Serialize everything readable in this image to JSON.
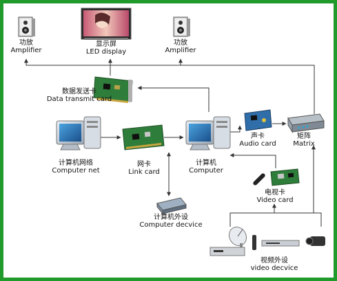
{
  "nodes": {
    "amplifier_left": {
      "cn": "功放",
      "en": "Amplifier"
    },
    "led_display": {
      "cn": "显示屏",
      "en": "LED display"
    },
    "amplifier_right": {
      "cn": "功放",
      "en": "Amplifier"
    },
    "data_transmit_card": {
      "cn": "数据发送卡",
      "en": "Data transmit card"
    },
    "computer_net": {
      "cn": "计算机网络",
      "en": "Computer net"
    },
    "link_card": {
      "cn": "网卡",
      "en": "Link card"
    },
    "computer": {
      "cn": "计算机",
      "en": "Computer"
    },
    "audio_card": {
      "cn": "声卡",
      "en": "Audio card"
    },
    "matrix": {
      "cn": "矩阵",
      "en": "Matrix"
    },
    "video_card": {
      "cn": "电视卡",
      "en": "Video card"
    },
    "computer_device": {
      "cn": "计算机外设",
      "en": "Computer decvice"
    },
    "video_device": {
      "cn": "视频外设",
      "en": "video decvice"
    }
  },
  "colors": {
    "border": "#1f9a2b",
    "wire": "#333333",
    "card_green": "#2f7d3a"
  }
}
